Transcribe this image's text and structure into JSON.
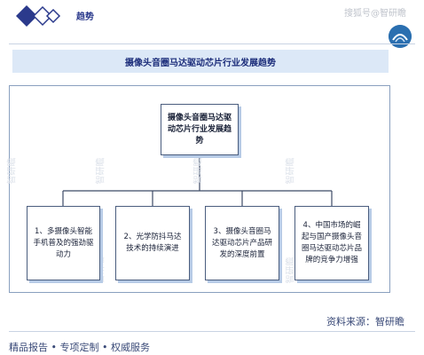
{
  "header": {
    "title": "趋势",
    "watermark": "搜狐号@智研瞻"
  },
  "banner": {
    "title": "摄像头音圈马达驱动芯片行业发展趋势"
  },
  "diagram": {
    "root": "摄像头音圈马达驱动芯片行业发展趋势",
    "children": [
      "1、多摄像头智能手机普及的强劲驱动力",
      "2、光学防抖马达技术的持续演进",
      "3、摄像头音圈马达驱动芯片产品研发的深度前置",
      "4、中国市场的崛起与国产摄像头音圈马达驱动芯片品牌的竞争力增强"
    ],
    "watermark": "智研瞻"
  },
  "footer": {
    "source": "资料来源：智研瞻",
    "tagline": "精品报告 • 专项定制 • 权威服务"
  },
  "colors": {
    "brand": "#2b3a8c",
    "banner_bg": "#dce8f7",
    "node_border": "#4a5d7e",
    "node_shadow": "#b7cbe6"
  }
}
